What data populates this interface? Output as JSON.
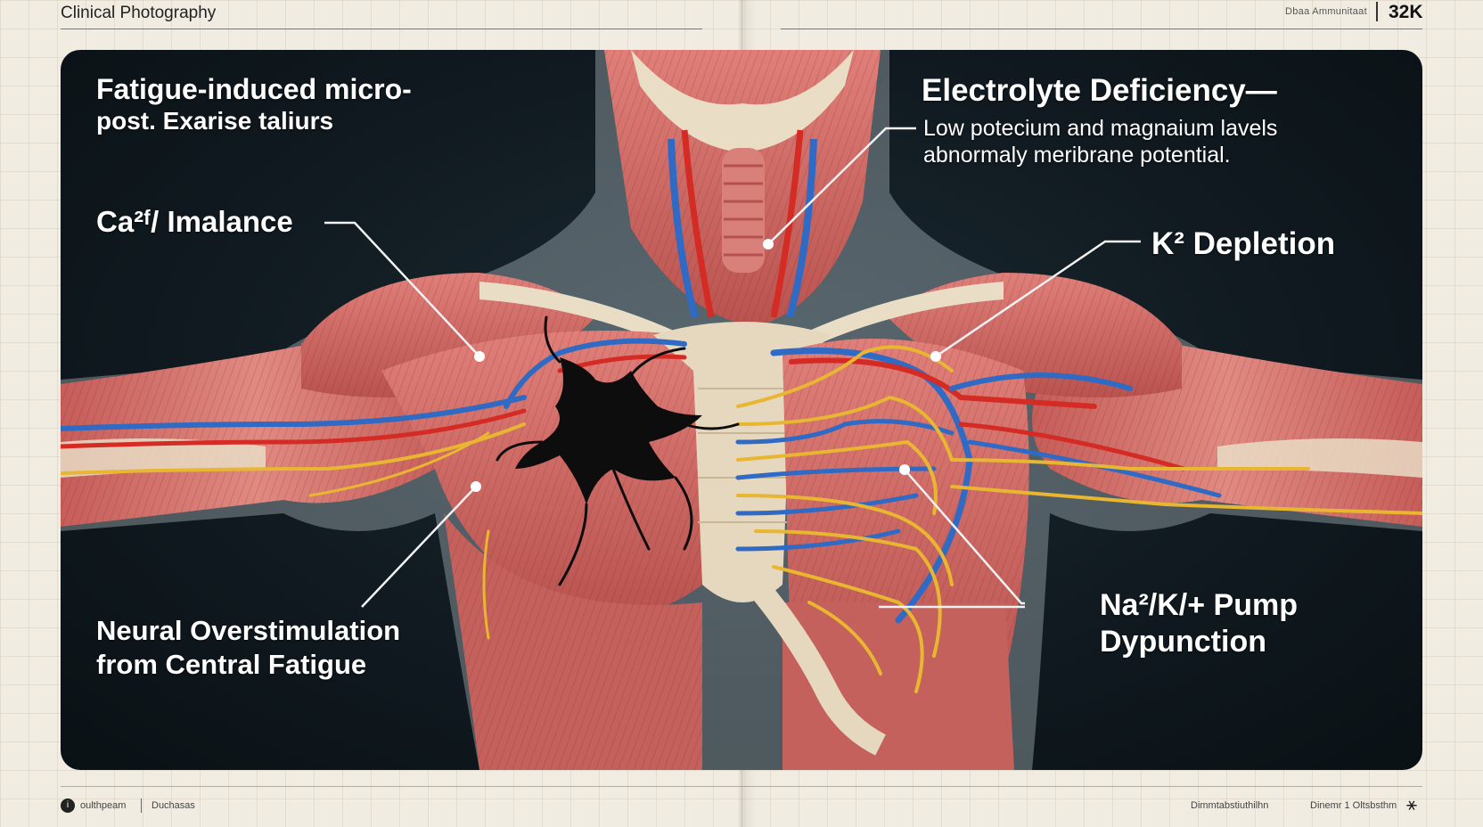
{
  "header": {
    "title": "Clinical Photography",
    "small_text": "Dbaa Ammunitaat",
    "count": "32K"
  },
  "labels": {
    "fatigue_line1": "Fatigue-induced micro-",
    "fatigue_line2": "post. Exarise taliurs",
    "ca": "Ca²ᶠ/ Imalance",
    "neural_line1": "Neural Overstimulation",
    "neural_line2": "from Central Fatigue",
    "electrolyte_title": "Electrolyte Deficiency—",
    "electrolyte_line1": "Low potecium and magnaium lavels",
    "electrolyte_line2": "abnormaly meribrane potential.",
    "k": "K² Depletion",
    "na_line1": "Na²/K/+ Pump",
    "na_line2": "Dypunction"
  },
  "footer": {
    "left_a": "oulthpeam",
    "left_b": "Duchasas",
    "right_a": "Dimmtabstiuthilhn",
    "right_b": "Dinemr 1 Oltsbsthm",
    "mark": "⚹"
  },
  "colors": {
    "muscle": "#d9726e",
    "muscle_dark": "#b5514f",
    "tendon": "#e9ddc6",
    "artery": "#d42b25",
    "vein": "#2f6bc4",
    "nerve": "#e8b630",
    "panel_bg": "#101a20"
  }
}
